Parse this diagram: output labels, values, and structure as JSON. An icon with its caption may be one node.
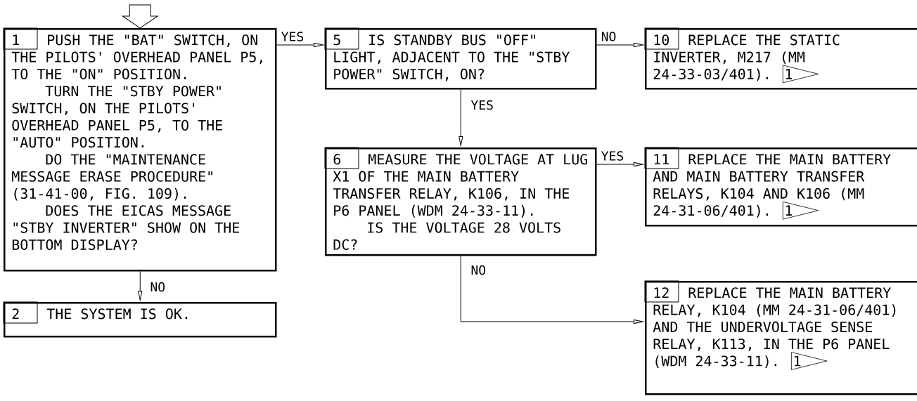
{
  "diagram": {
    "nodes": [
      {
        "text": [
          "1",
          "PUSH THE \"BAT\" SWITCH, ON THE PILOTS' OVERHEAD PANEL P5, TO THE \"ON\" POSITION.",
          "TURN THE \"STBY POWER\" SWITCH, ON THE PILOTS' OVERHEAD PANEL P5, TO THE \"AUTO\" POSITION.",
          "DO THE \"MAINTENANCE MESSAGE ERASE PROCEDURE\" (31-41-00, FIG. 109).",
          "DOES THE EICAS MESSAGE \"STBY INVERTER\" SHOW ON THE BOTTOM DISPLAY?"
        ]
      },
      {
        "text": [
          "2",
          "THE SYSTEM IS OK."
        ]
      },
      {
        "text": [
          "5",
          "IS STANDBY BUS \"OFF\" LIGHT, ADJACENT TO THE \"STBY POWER\" SWITCH, ON?"
        ]
      },
      {
        "text": [
          "6",
          "MEASURE THE VOLTAGE AT LUG X1 OF THE MAIN BATTERY TRANSFER RELAY, K106, IN THE P6 PANEL (WDM 24-33-11).",
          "IS THE VOLTAGE 28 VOLTS DC?"
        ]
      },
      {
        "text": [
          "10",
          "REPLACE THE STATIC INVERTER, M217 (MM 24-33-03/401)."
        ]
      },
      {
        "text": [
          "1"
        ],
        "in": 4
      },
      {
        "text": [
          "11",
          "REPLACE THE MAIN BATTERY AND MAIN BATTERY TRANSFER RELAYS, K104 AND K106 (MM 24-31-06/401)."
        ]
      },
      {
        "text": [
          "1"
        ],
        "in": 6
      },
      {
        "text": [
          "12",
          "REPLACE THE MAIN BATTERY RELAY, K104 (MM 24-31-06/401) AND THE UNDERVOLTAGE SENSE RELAY, K113, IN THE P6 PANEL (WDM 24-33-11)."
        ]
      },
      {
        "text": [
          "1"
        ],
        "in": 8
      }
    ],
    "edges": [
      {
        "from": null,
        "to": 0,
        "arrow": "to"
      },
      {
        "from": 0,
        "to": 2,
        "arrow": "to",
        "label": "YES"
      },
      {
        "from": 0,
        "to": 1,
        "arrow": "to",
        "label": "NO"
      },
      {
        "from": 2,
        "to": 4,
        "arrow": "to",
        "label": "NO"
      },
      {
        "from": 2,
        "to": 3,
        "arrow": "to",
        "label": "YES"
      },
      {
        "from": 3,
        "to": 6,
        "arrow": "to",
        "label": "YES"
      },
      {
        "from": 3,
        "to": 8,
        "arrow": "to",
        "label": "NO"
      }
    ]
  }
}
